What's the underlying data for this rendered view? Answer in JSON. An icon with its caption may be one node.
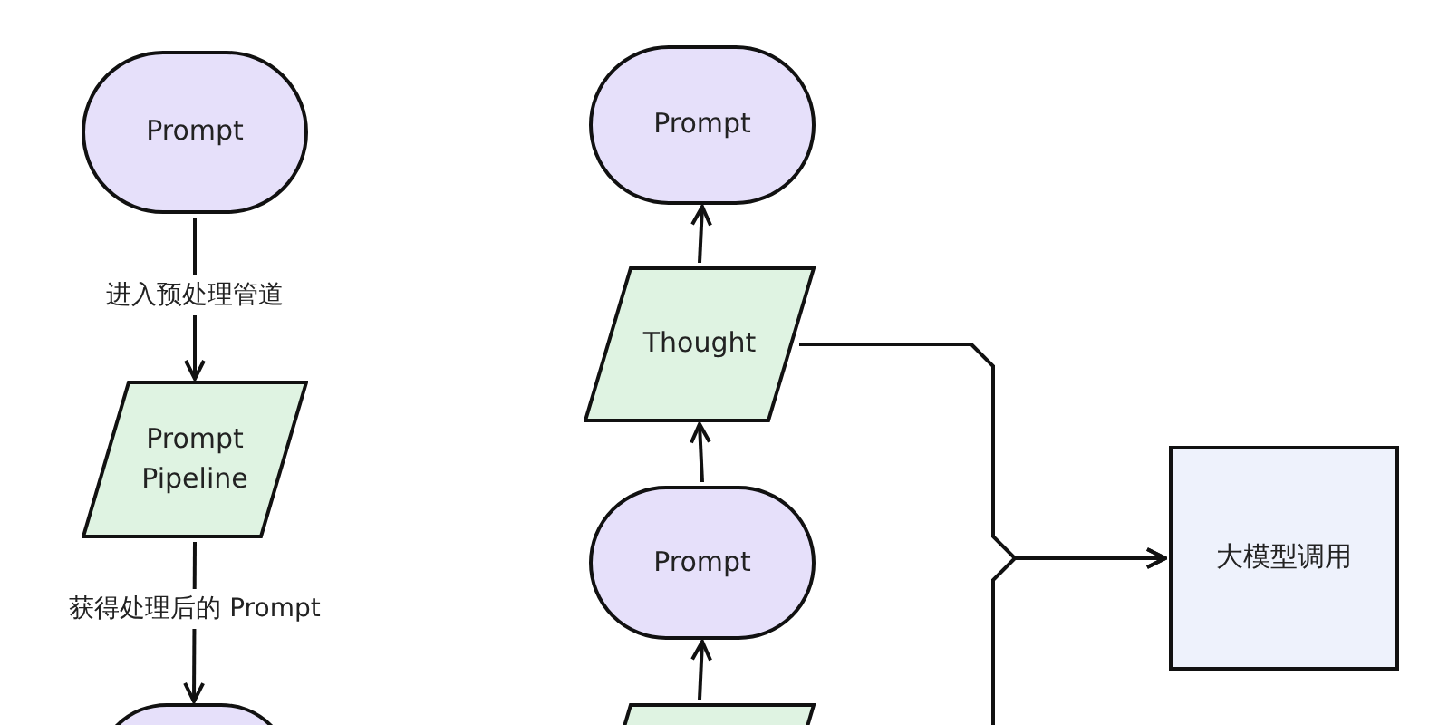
{
  "diagram": {
    "nodes": [
      {
        "text": [
          "Prompt"
        ]
      },
      {
        "text": [
          "Prompt Pipeline"
        ]
      },
      {
        "text": [],
        "shape": "circle"
      },
      {
        "text": [
          "Prompt"
        ]
      },
      {
        "text": [
          "Thought"
        ]
      },
      {
        "text": [
          "Prompt"
        ]
      },
      {
        "text": [],
        "shape": "box"
      },
      {
        "text": [
          "大模型调用"
        ]
      }
    ],
    "edges": [
      {
        "from": 0,
        "to": 1,
        "arrow": "to",
        "label": "进入预处理管道"
      },
      {
        "from": 1,
        "to": 2,
        "arrow": "to",
        "label": "获得处理后的 Prompt"
      },
      {
        "from": 4,
        "to": 3,
        "arrow": "to"
      },
      {
        "from": 5,
        "to": 4,
        "arrow": "to"
      },
      {
        "from": 6,
        "to": 5,
        "arrow": "to"
      },
      {
        "from": 4,
        "to": 7,
        "arrow": "to"
      },
      {
        "from": null,
        "to": 7,
        "arrow": "to"
      }
    ]
  }
}
